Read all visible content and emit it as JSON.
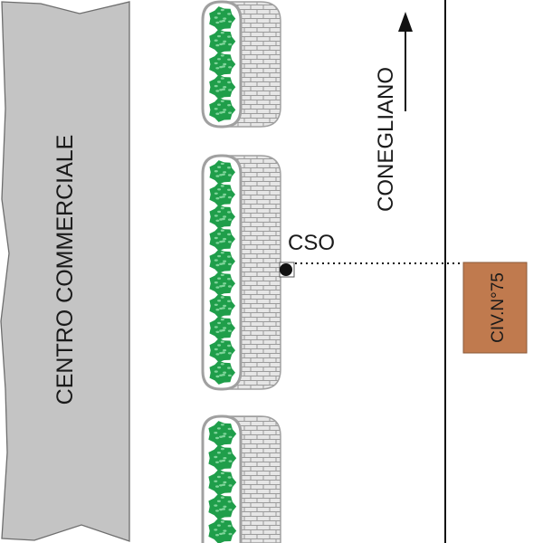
{
  "diagram": {
    "building_label": "CENTRO COMMERCIALE",
    "direction_label": "CONEGLIANO",
    "outfall_label": "CSO",
    "house_label": "CIV.N°75",
    "colors": {
      "building_fill": "#c4c4c4",
      "building_stroke": "#6e6e6e",
      "hedge_green": "#1f9e4a",
      "hedge_light": "#7fd49a",
      "median_outline": "#a0a0a0",
      "brick_fill": "#e6e6e6",
      "brick_line": "#9a9a9a",
      "house_fill": "#c07a4e",
      "house_stroke": "#8a5a3a",
      "road_line": "#111111"
    },
    "medians": [
      {
        "name": "median-top",
        "hedge_count": 5
      },
      {
        "name": "median-middle",
        "hedge_count": 10
      },
      {
        "name": "median-bottom",
        "hedge_count": 5
      }
    ]
  }
}
